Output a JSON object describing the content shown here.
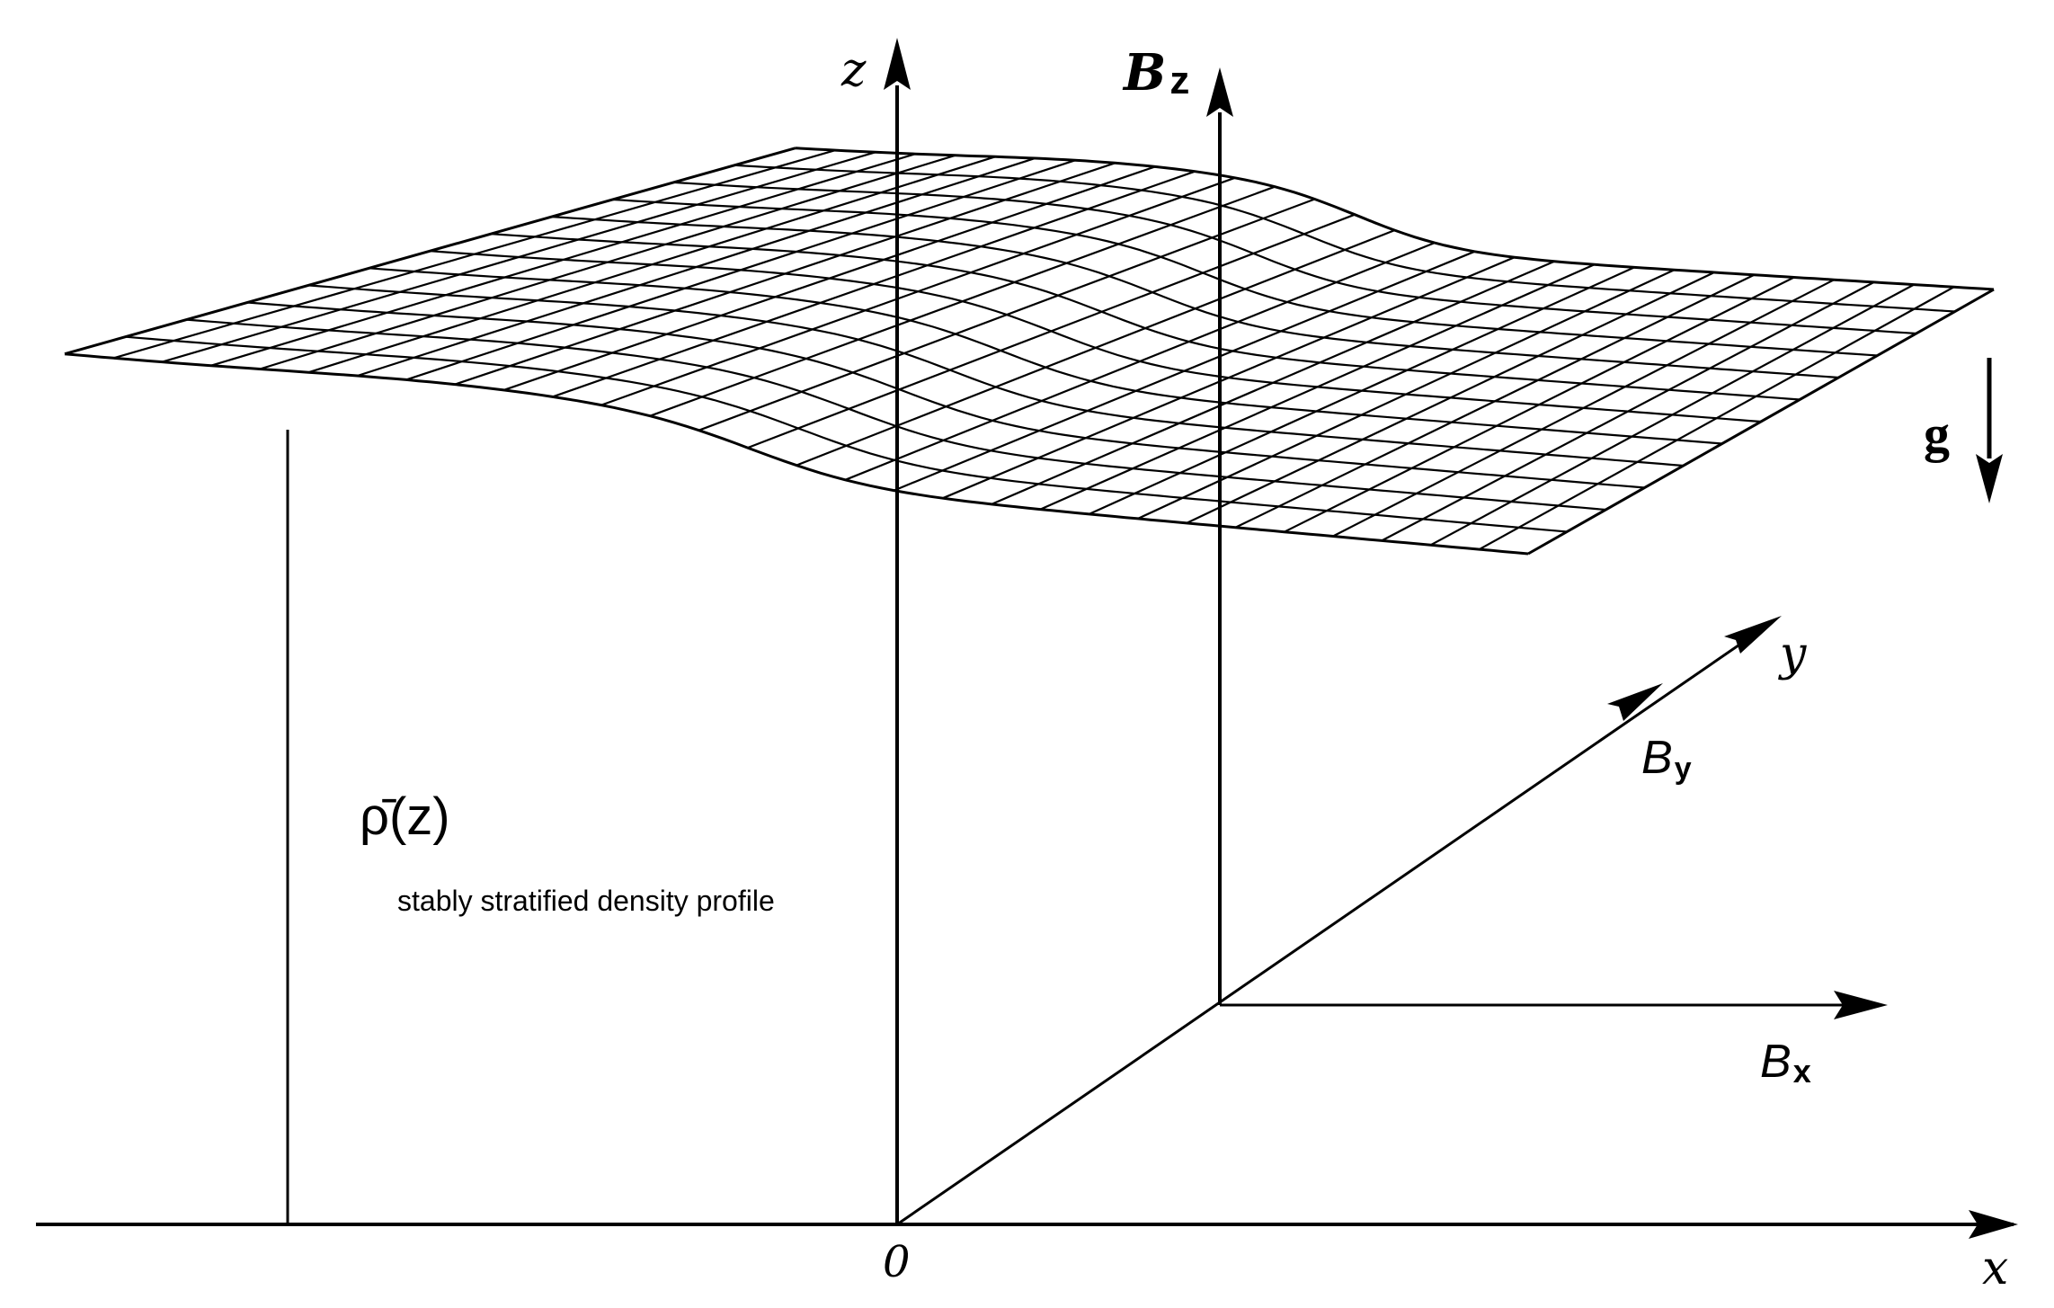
{
  "labels": {
    "z": "z",
    "x": "x",
    "y": "y",
    "origin": "0",
    "Bz_main": "B",
    "Bz_sub": "z",
    "Bx_main": "B",
    "Bx_sub": "x",
    "By_main": "B",
    "By_sub": "y",
    "g": "g",
    "rho": "ρ̄(z)",
    "description": "stably stratified density profile"
  },
  "colors": {
    "ink": "#000000",
    "background": "#ffffff"
  }
}
